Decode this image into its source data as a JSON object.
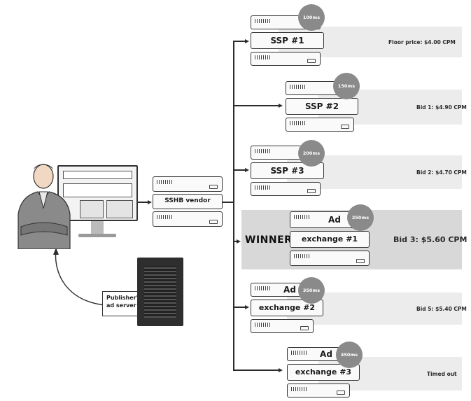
{
  "vendor": {
    "label": "SSHB vendor"
  },
  "publisher": {
    "line1": "Publisher's",
    "line2": "ad server"
  },
  "winner_label": "WINNER",
  "rows": [
    {
      "server_label": "SSP #1",
      "latency": "100ms",
      "result": "Floor price: $4.00 CPM"
    },
    {
      "server_label": "SSP #2",
      "latency": "150ms",
      "result": "Bid 1: $4.90 CPM"
    },
    {
      "server_label": "SSP #3",
      "latency": "200ms",
      "result": "Bid 2: $4.70 CPM"
    },
    {
      "server_label_top": "Ad",
      "server_label": "exchange #1",
      "latency": "250ms",
      "result": "Bid 3: $5.60 CPM",
      "winner": true
    },
    {
      "server_label_top": "Ad",
      "server_label": "exchange #2",
      "latency": "350ms",
      "result": "Bid 5: $5.40 CPM"
    },
    {
      "server_label_top": "Ad",
      "server_label": "exchange #3",
      "latency": "450ms",
      "result": "Timed out"
    }
  ]
}
